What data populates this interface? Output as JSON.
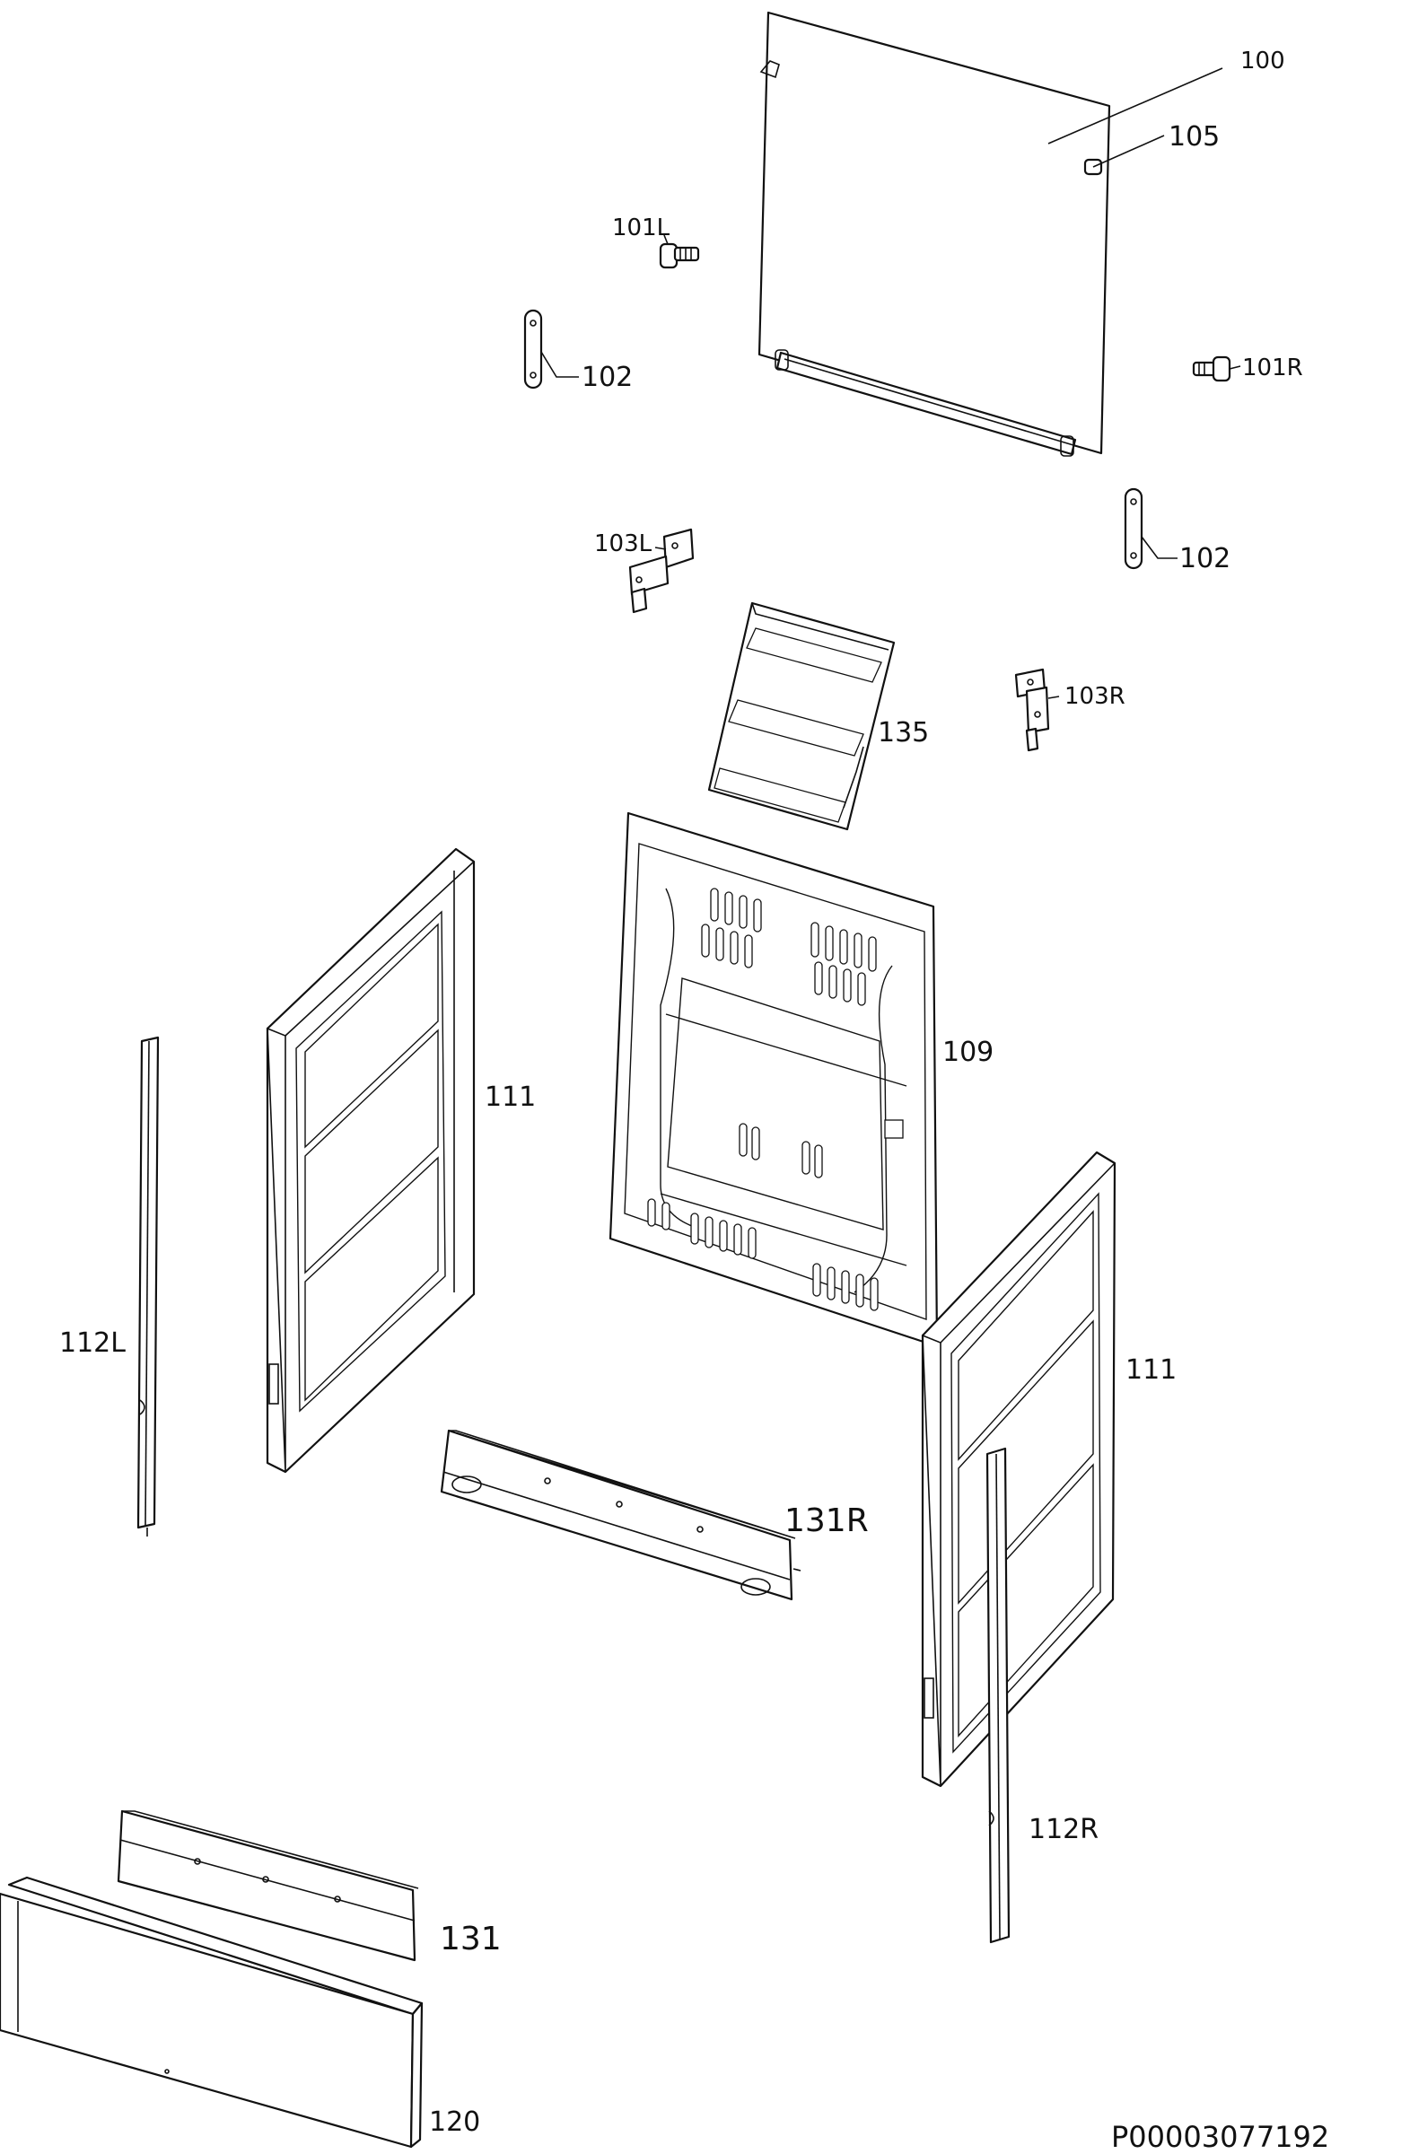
{
  "diagram": {
    "doc_id": "P00003077192",
    "labels": {
      "l100": "100",
      "l105": "105",
      "l101L": "101L",
      "l101R": "101R",
      "l102a": "102",
      "l102b": "102",
      "l103L": "103L",
      "l103R": "103R",
      "l135": "135",
      "l109": "109",
      "l111a": "111",
      "l111b": "111",
      "l112L": "112L",
      "l112R": "112R",
      "l131R": "131R",
      "l131": "131",
      "l120": "120"
    }
  }
}
